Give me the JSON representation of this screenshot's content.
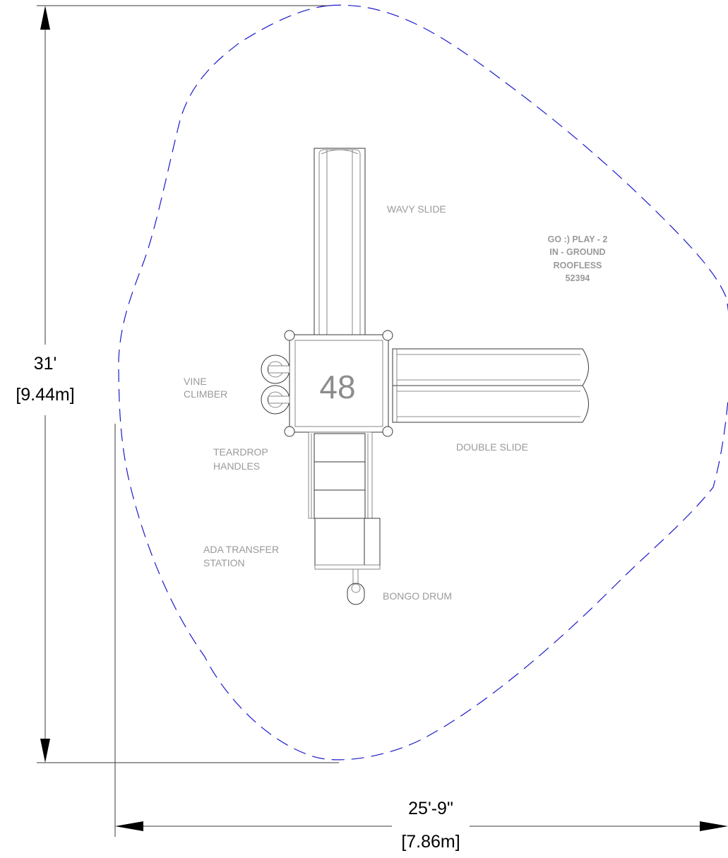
{
  "model": {
    "lines": [
      "GO :) PLAY - 2",
      "IN - GROUND",
      "ROOFLESS",
      "52394"
    ]
  },
  "deck_height": "48",
  "components": {
    "wavy_slide": "WAVY SLIDE",
    "double_slide": "DOUBLE SLIDE",
    "vine_climber": [
      "VINE",
      "CLIMBER"
    ],
    "teardrop_handles": [
      "TEARDROP",
      "HANDLES"
    ],
    "ada_transfer": [
      "ADA TRANSFER",
      "STATION"
    ],
    "bongo_drum": "BONGO DRUM"
  },
  "dimensions": {
    "height_ft": "31'",
    "height_m": "[9.44m]",
    "width_ft": "25'-9\"",
    "width_m": "[7.86m]"
  },
  "colors": {
    "use_zone": "#1a1acc",
    "label": "#9a9a9a",
    "line": "#3a3a3a"
  }
}
